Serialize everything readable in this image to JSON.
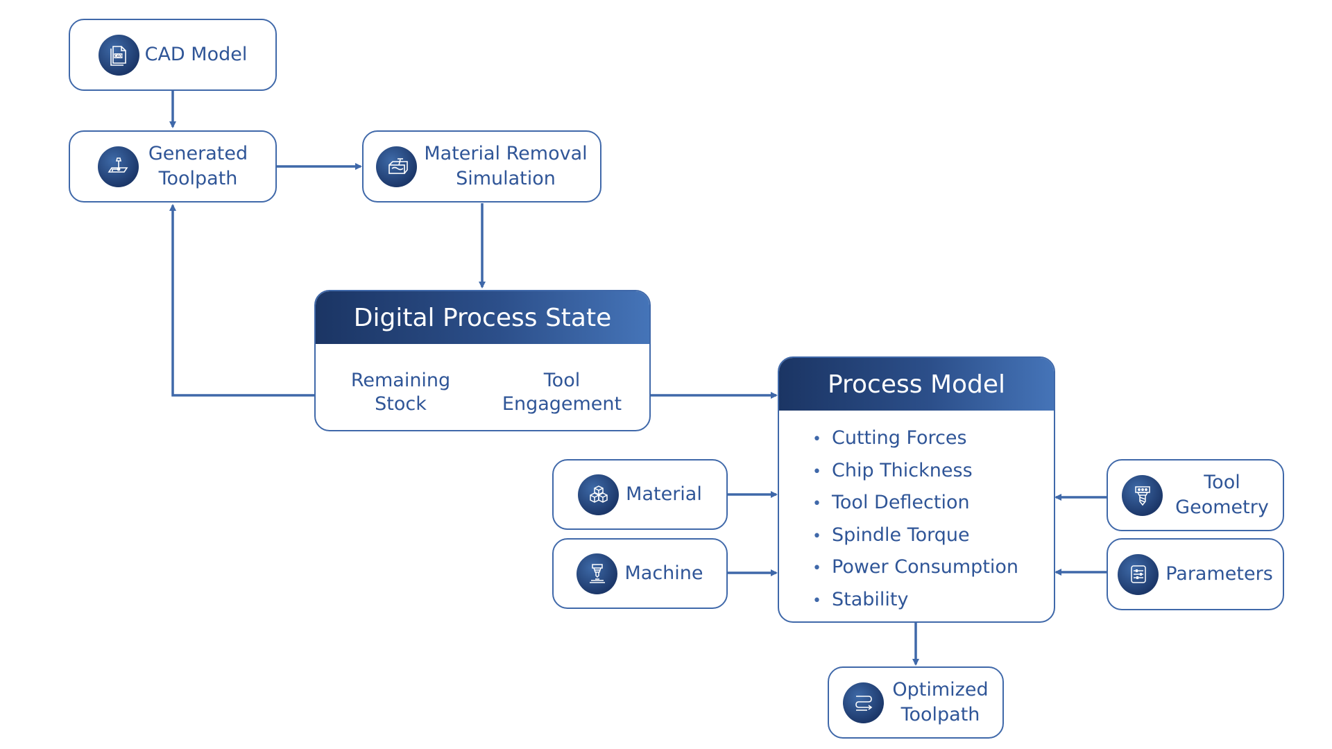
{
  "nodes": {
    "cad_model": {
      "label": "CAD Model",
      "icon": "cad-file-icon"
    },
    "generated_toolpath": {
      "label": "Generated\nToolpath",
      "icon": "toolpath-icon"
    },
    "material_removal": {
      "label": "Material Removal\nSimulation",
      "icon": "material-removal-icon"
    },
    "digital_process_state": {
      "title": "Digital Process State",
      "items": [
        "Remaining\nStock",
        "Tool\nEngagement"
      ]
    },
    "process_model": {
      "title": "Process Model",
      "items": [
        "Cutting Forces",
        "Chip Thickness",
        "Tool Deflection",
        "Spindle Torque",
        "Power Consumption",
        "Stability"
      ]
    },
    "material": {
      "label": "Material",
      "icon": "cubes-icon"
    },
    "machine": {
      "label": "Machine",
      "icon": "machine-icon"
    },
    "tool_geometry": {
      "label": "Tool\nGeometry",
      "icon": "drill-bit-icon"
    },
    "parameters": {
      "label": "Parameters",
      "icon": "sliders-icon"
    },
    "optimized_toolpath": {
      "label": "Optimized\nToolpath",
      "icon": "optimized-path-icon"
    }
  },
  "colors": {
    "accent": "#3f68a9",
    "text": "#2f5597",
    "header_dark": "#1b3564",
    "header_light": "#4574b8"
  }
}
